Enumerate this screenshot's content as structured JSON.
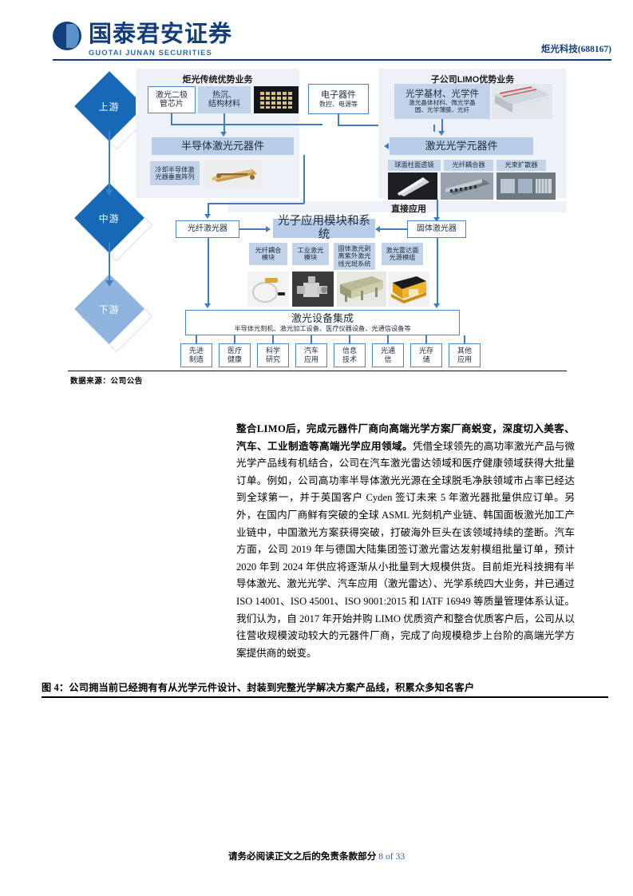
{
  "header": {
    "brand_cn": "国泰君安证券",
    "brand_en": "GUOTAI JUNAN SECURITIES",
    "right_label": "炬光科技(688167)"
  },
  "figure": {
    "source_note": "数据来源：公司公告",
    "stages": [
      {
        "label": "上游"
      },
      {
        "label": "中游"
      },
      {
        "label": "下游"
      }
    ],
    "panel_titles": {
      "left": "炬光传统优势业务",
      "right": "子公司LIMO优势业务",
      "direct": "直接应用"
    },
    "upstream_left": {
      "chip_box": "激光二极\n管芯片",
      "material_box": "热沉、\n结构材料",
      "component_bar": "半导体激光元器件",
      "sub_label": "冷却半导体激\n光器垂直阵列"
    },
    "electronics_box": {
      "title": "电子器件",
      "sub": "数控、电源等"
    },
    "upstream_right": {
      "optics_title": "光学基材、光学件",
      "optics_sub": "激光晶体材料、微光学晶\n圆、光学薄膜、光纤",
      "component_bar": "激光光学元器件",
      "items": [
        "球面柱面透镜",
        "光纤耦合器",
        "光束扩散器"
      ]
    },
    "midstream": {
      "fiber_laser": "光纤激光器",
      "solid_laser": "固体激光器",
      "module_bar": "光子应用模块和系统",
      "modules": [
        "光纤耦合\n模块",
        "工业激光\n模块",
        "固体激光剥\n离紫外激光\n线光斑系统",
        "激光雷达面\n光源模组"
      ]
    },
    "integration": {
      "title": "激光设备集成",
      "sub": "半导体光刻机、激光加工设备、医疗仪器设备、光通信设备等"
    },
    "applications": [
      "先进\n制造",
      "医疗\n健康",
      "科学\n研究",
      "汽车\n应用",
      "信息\n技术",
      "光通\n信",
      "光存\n储",
      "其他\n应用"
    ]
  },
  "body": {
    "lead": "整合LIMO后，完成元器件厂商向高端光学方案厂商蜕变，深度切入美客、汽车、工业制造等高端光学应用领域。",
    "paragraph": "凭借全球领先的高功率激光产品与微光学产品线有机结合，公司在汽车激光雷达领域和医疗健康领域获得大批量订单。例如，公司高功率半导体激光光源在全球脱毛净肤领域市占率已经达到全球第一，并于英国客户 Cyden 签订未来 5 年激光器批量供应订单。另外，在国内厂商鲜有突破的全球 ASML 光刻机产业链、韩国面板激光加工产业链中，中国激光方案获得突破，打破海外巨头在该领域持续的垄断。汽车方面，公司 2019 年与德国大陆集团签订激光雷达发射模组批量订单，预计 2020 年到 2024 年供应将逐渐从小批量到大规模供货。目前炬光科技拥有半导体激光、激光光学、汽车应用（激光雷达）、光学系统四大业务，并已通过 ISO 14001、ISO 45001、ISO 9001:2015 和 IATF 16949 等质量管理体系认证。我们认为，自 2017 年开始并购 LIMO 优质资产和整合优质客户后，公司从以往营收规模波动较大的元器件厂商，完成了向规模稳步上台阶的高端光学方案提供商的蜕变。"
  },
  "caption": "图 4：公司拥当前已经拥有有从光学元件设计、封装到完整光学解决方案产品线，积累众多知名客户",
  "footer": {
    "disclaimer": "请务必阅读正文之后的免责条款部分",
    "page": "8 of 33"
  }
}
